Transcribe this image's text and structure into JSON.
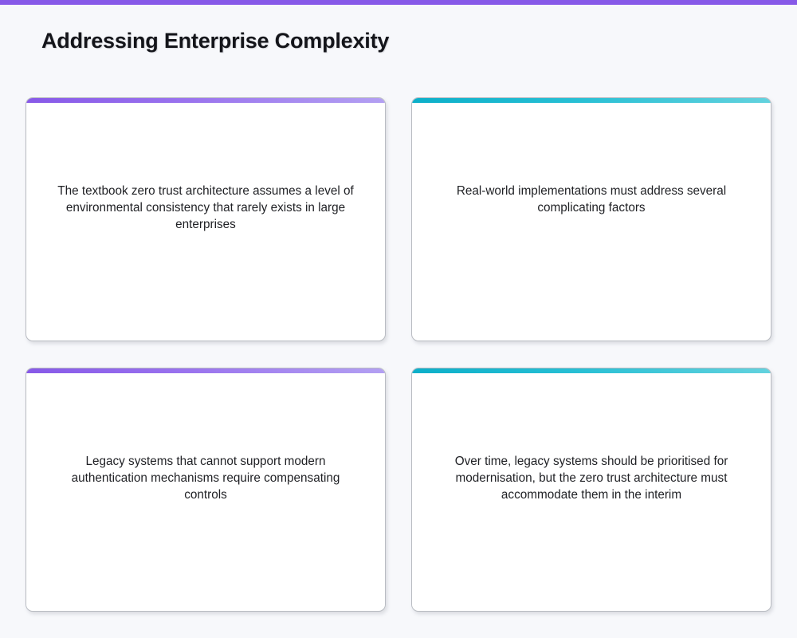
{
  "page": {
    "title": "Addressing Enterprise Complexity",
    "background_color": "#f7f8fb",
    "top_strip_color": "#8759e8"
  },
  "accents": {
    "purple_start": "#8759e8",
    "purple_end": "#b3a0f2",
    "teal_start": "#0cafc9",
    "teal_end": "#63d2de"
  },
  "cards": [
    {
      "id": "card-1",
      "accent": "purple",
      "text": "The textbook zero trust architecture assumes a level of environmental consistency that rarely exists in large enterprises"
    },
    {
      "id": "card-2",
      "accent": "teal",
      "text": "Real-world implementations must address several complicating factors"
    },
    {
      "id": "card-3",
      "accent": "purple",
      "text": "Legacy systems that cannot support modern authentication mechanisms require compensating controls"
    },
    {
      "id": "card-4",
      "accent": "teal",
      "text": "Over time, legacy systems should be prioritised for modernisation, but the zero trust architecture must accommodate them in the interim"
    }
  ]
}
